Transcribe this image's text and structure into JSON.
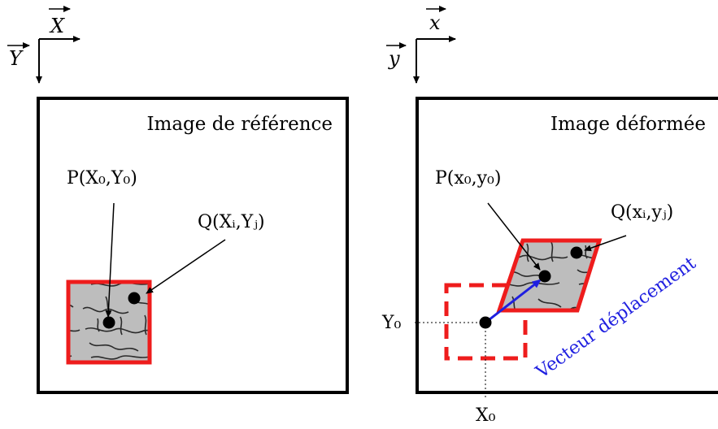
{
  "left_panel": {
    "axis_x": "X",
    "axis_y": "Y",
    "title": "Image de référence",
    "point_p": "P(X₀,Y₀)",
    "point_q": "Q(Xᵢ,Yⱼ)"
  },
  "right_panel": {
    "axis_x": "x",
    "axis_y": "y",
    "title": "Image déformée",
    "point_p": "P(x₀,y₀)",
    "point_q": "Q(xᵢ,yⱼ)",
    "vector_label": "Vecteur déplacement",
    "x0_label": "X₀",
    "y0_label": "Y₀"
  },
  "colors": {
    "frame": "#000000",
    "subset_border": "#ee1c1c",
    "vector": "#1f1fe0",
    "texture_bg": "#b8b8b8"
  }
}
